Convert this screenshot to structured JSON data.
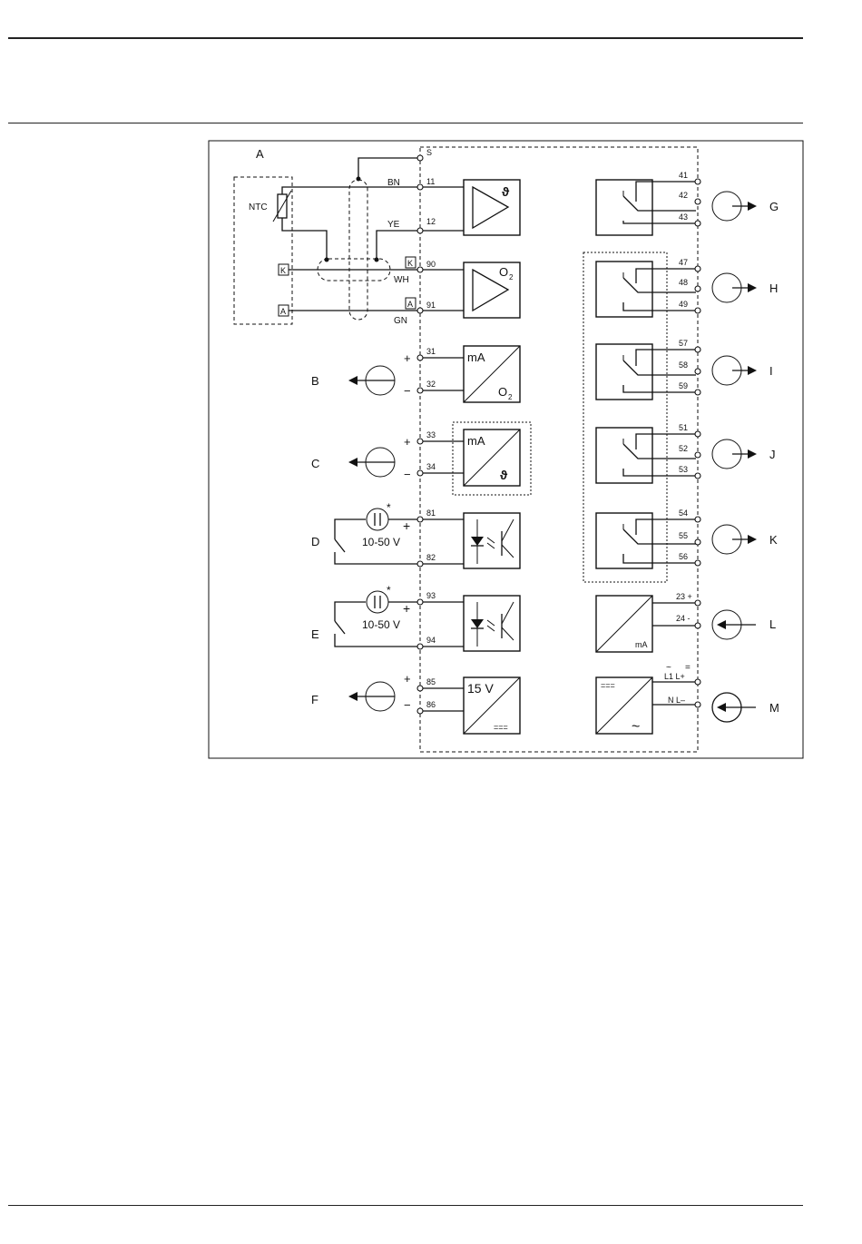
{
  "diagram": {
    "panel_label": "A",
    "sensor": {
      "ntc": "NTC",
      "k_box": "K",
      "a_box": "A",
      "wires": {
        "bn": "BN",
        "ye": "YE",
        "wh": "WH",
        "gn": "GN"
      },
      "shield_terminal": "S",
      "terminals": {
        "t11": "11",
        "t12": "12",
        "t90": "90",
        "t91": "91"
      },
      "term_k": "K",
      "term_a": "A",
      "temp_symbol": "ϑ",
      "o2_symbol": "O",
      "o2_sub": "2"
    },
    "outputs": {
      "b": {
        "label": "B",
        "plus": "+",
        "minus": "−",
        "t1": "31",
        "t2": "32",
        "top": "mA",
        "bottom": "O",
        "bottom_sub": "2"
      },
      "c": {
        "label": "C",
        "plus": "+",
        "minus": "−",
        "t1": "33",
        "t2": "34",
        "top": "mA",
        "bottom": "ϑ"
      }
    },
    "inputs": {
      "d": {
        "label": "D",
        "plus": "+",
        "star": "*",
        "voltage": "10-50 V",
        "t1": "81",
        "t2": "82"
      },
      "e": {
        "label": "E",
        "plus": "+",
        "star": "*",
        "voltage": "10-50 V",
        "t1": "93",
        "t2": "94"
      }
    },
    "supply_out": {
      "label": "F",
      "plus": "+",
      "minus": "−",
      "t1": "85",
      "t2": "86",
      "text": "15 V",
      "dc_symbol": "==="
    },
    "relays": [
      {
        "label": "G",
        "terms": [
          "41",
          "42",
          "43"
        ]
      },
      {
        "label": "H",
        "terms": [
          "47",
          "48",
          "49"
        ]
      },
      {
        "label": "I",
        "terms": [
          "57",
          "58",
          "59"
        ]
      },
      {
        "label": "J",
        "terms": [
          "51",
          "52",
          "53"
        ]
      },
      {
        "label": "K",
        "terms": [
          "54",
          "55",
          "56"
        ]
      }
    ],
    "current_in": {
      "label": "L",
      "t1": "23 +",
      "t2": "24 -",
      "unit": "mA"
    },
    "power": {
      "label": "M",
      "ac_tilde": "~",
      "dc_eq": "=",
      "t1": "L1  L+",
      "t2": "N  L–",
      "dc_symbol": "===",
      "ac_symbol": "~"
    }
  }
}
